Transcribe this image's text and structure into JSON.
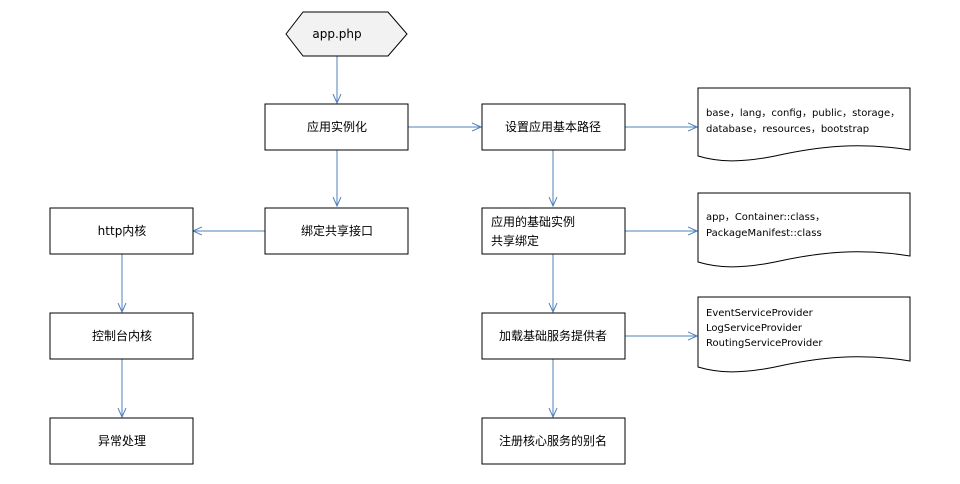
{
  "nodes": {
    "app_php": "app.php",
    "app_instance": "应用实例化",
    "bind_interface": "绑定共享接口",
    "http_kernel": "http内核",
    "console_kernel": "控制台内核",
    "exception_handling": "异常处理",
    "set_base_path": "设置应用基本路径",
    "base_instance_line1": "应用的基础实例",
    "base_instance_line2": "共享绑定",
    "load_providers": "加载基础服务提供者",
    "register_aliases": "注册核心服务的别名"
  },
  "notes": {
    "paths": {
      "line1": "base，lang，config，public，storage，",
      "line2": "database，resources，bootstrap"
    },
    "instances": {
      "line1": "app，Container::class，",
      "line2": "PackageManifest::class"
    },
    "providers": {
      "line1": "EventServiceProvider",
      "line2": "LogServiceProvider",
      "line3": "RoutingServiceProvider"
    }
  },
  "colors": {
    "edge": "#4f81bd",
    "node_border": "#000000",
    "node_fill": "#ffffff",
    "start_fill": "#f2f2f2"
  }
}
